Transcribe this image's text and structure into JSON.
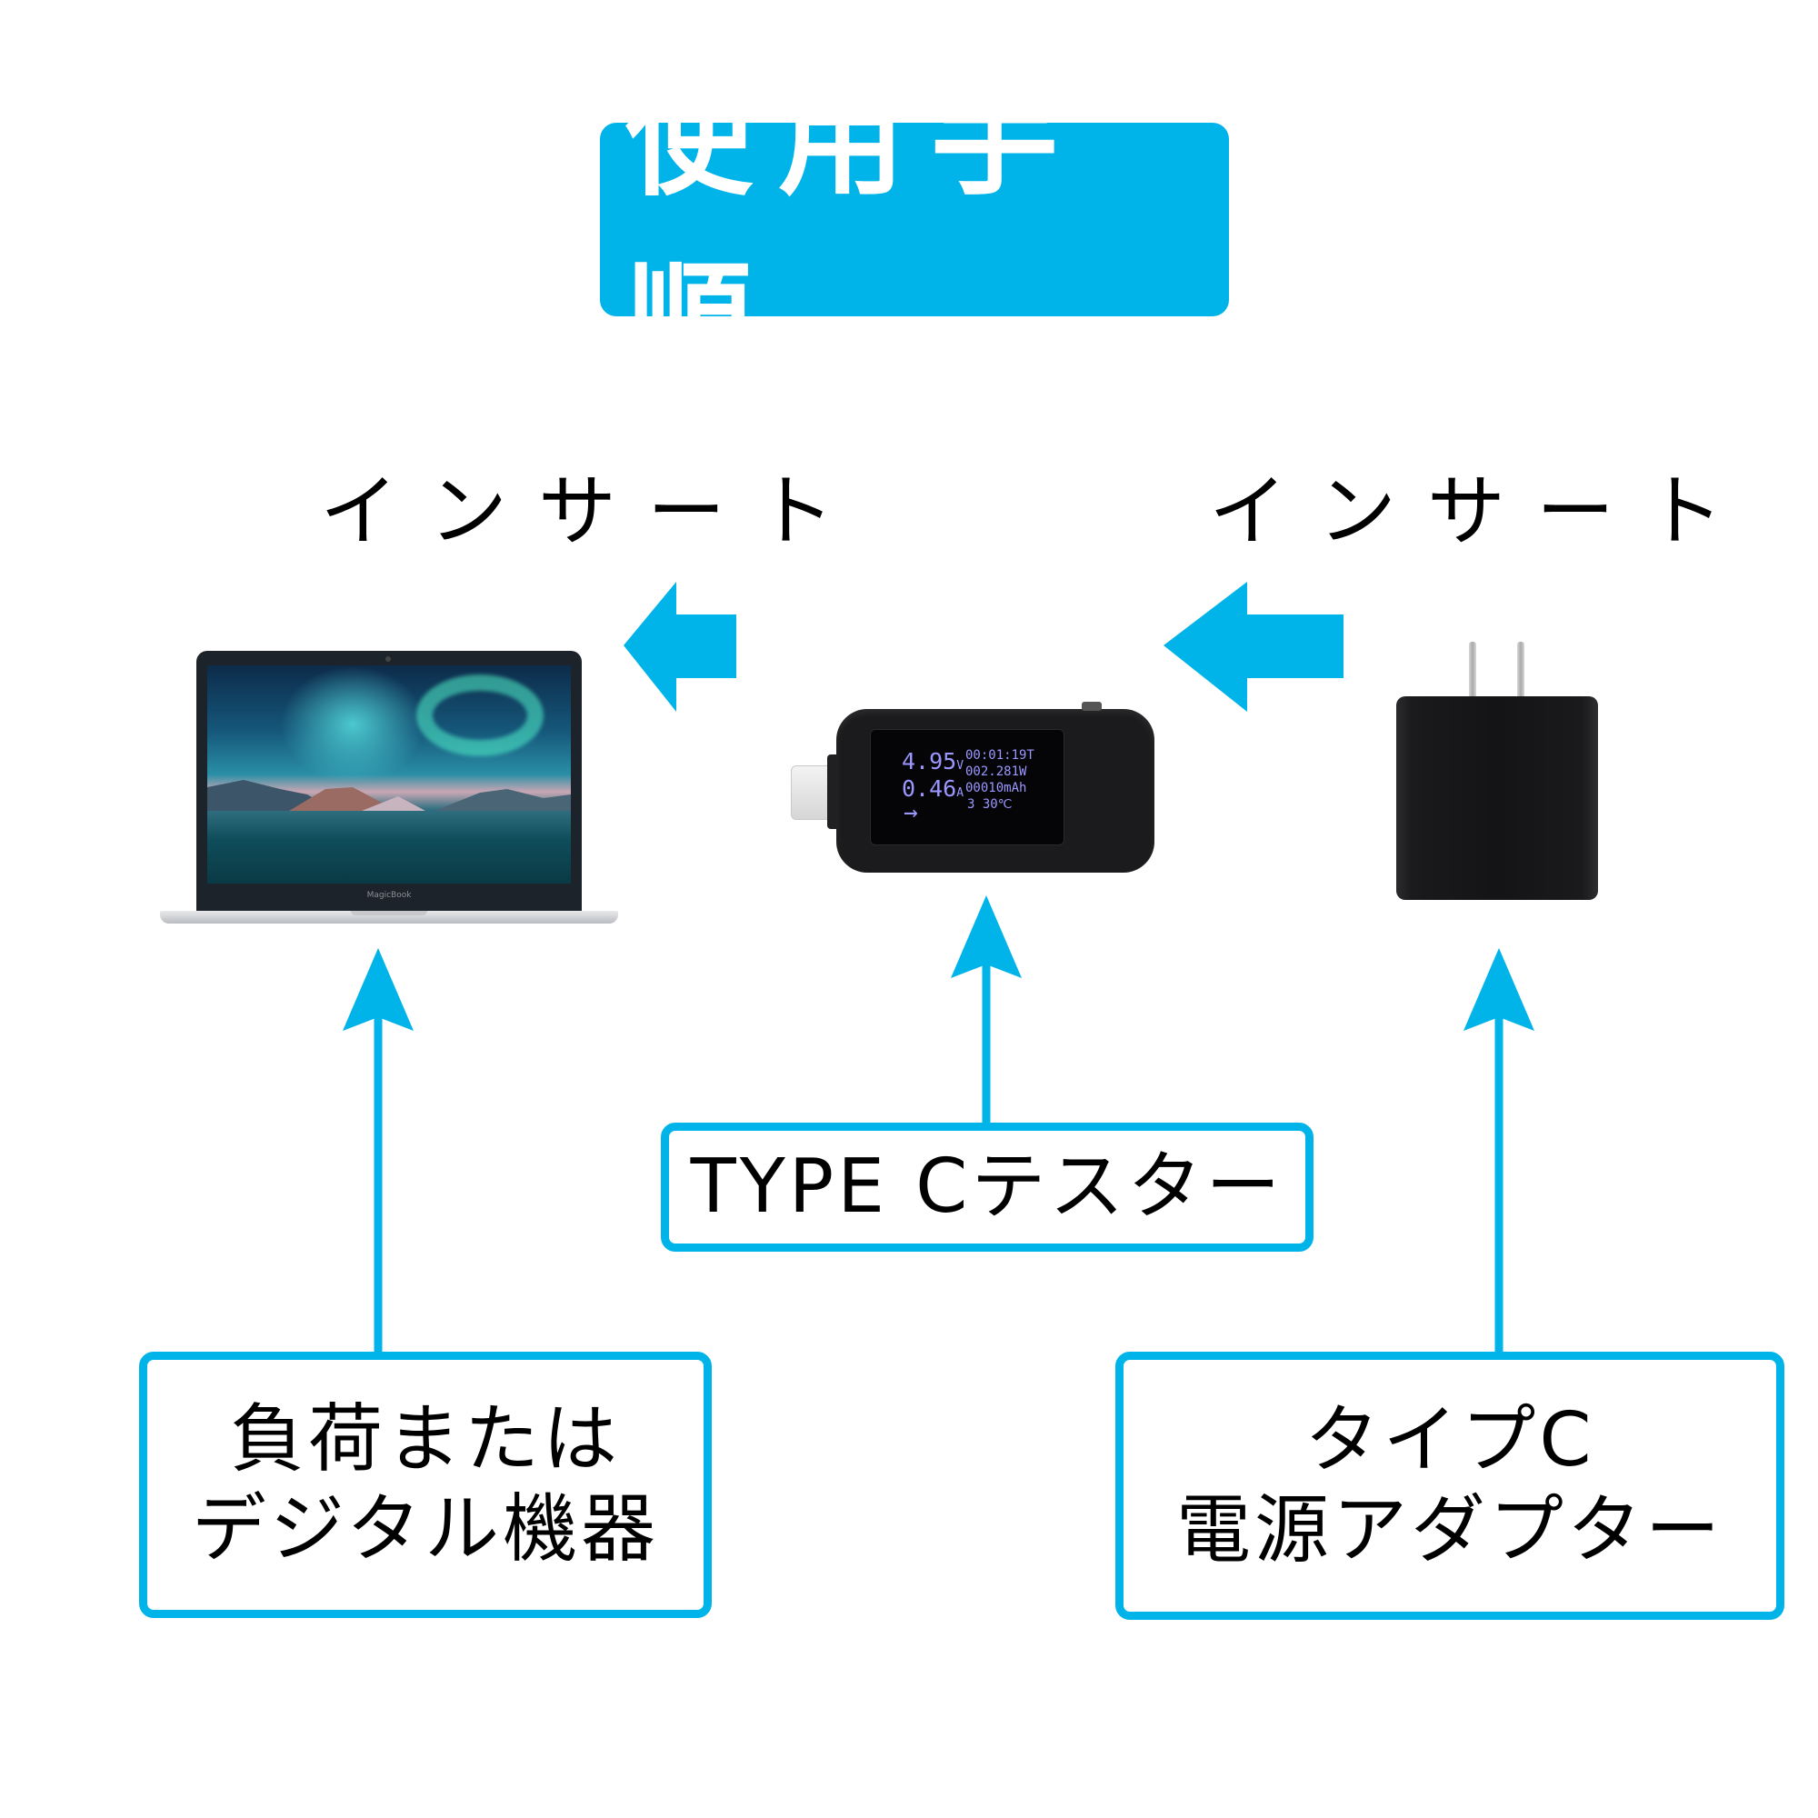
{
  "title": "使用手順",
  "steps": {
    "insert_left": "インサート",
    "insert_right": "インサート"
  },
  "labels": {
    "tester": "TYPE Cテスター",
    "load": [
      "負荷または",
      "デジタル機器"
    ],
    "adapter": [
      "タイプC",
      "電源アダプター"
    ]
  },
  "devices": {
    "laptop": {
      "brand": "MagicBook"
    },
    "tester": {
      "voltage": "4.95",
      "voltage_unit": "V",
      "current": "0.46",
      "current_unit": "A",
      "time": "00:01:19T",
      "power": "002.281W",
      "capacity": "00010mAh",
      "direction": "→",
      "mode_temp": "3 30℃"
    },
    "adapter": {}
  },
  "colors": {
    "accent": "#00b4e9",
    "text": "#000000",
    "title_text": "#ffffff",
    "lcd": "#9c97ff"
  },
  "icons": {
    "arrow_left": "arrow-left-icon",
    "arrow_up": "arrow-up-icon"
  }
}
